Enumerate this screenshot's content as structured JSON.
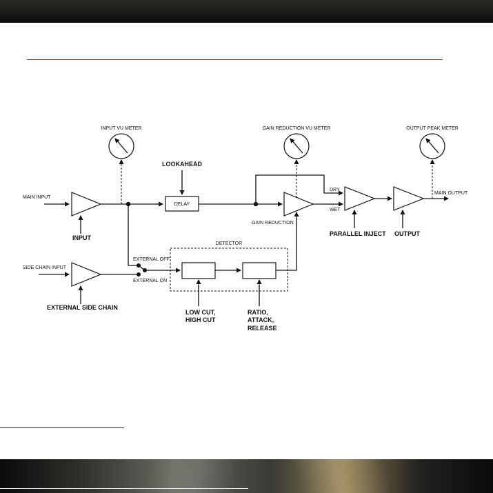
{
  "diagram": {
    "labels": {
      "main_input": "MAIN INPUT",
      "side_chain_input": "SIDE CHAIN INPUT",
      "input": "INPUT",
      "external_side_chain": "EXTERNAL SIDE CHAIN",
      "input_vu_meter": "INPUT VU METER",
      "lookahead": "LOOKAHEAD",
      "delay": "DELAY",
      "gain_reduction_vu_meter": "GAIN REDUCTION VU METER",
      "gain_reduction": "GAIN REDUCTION",
      "dry": "DRY",
      "wet": "WET",
      "parallel_inject": "PARALLEL INJECT",
      "output": "OUTPUT",
      "output_peak_meter": "OUTPUT PEAK METER",
      "main_output": "MAIN OUTPUT",
      "detector": "DETECTOR",
      "external_off": "EXTERNAL OFF",
      "external_on": "EXTERNAL ON",
      "low_cut": "LOW CUT,",
      "high_cut": "HIGH CUT",
      "ratio": "RATIO,",
      "attack": "ATTACK,",
      "release": "RELEASE"
    }
  }
}
